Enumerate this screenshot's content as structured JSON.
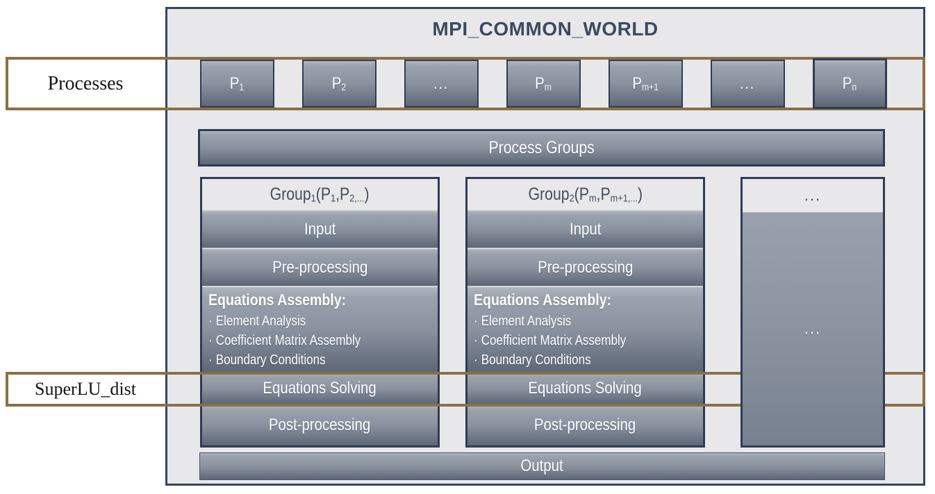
{
  "title": "MPI_COMMON_WORLD",
  "side_labels": {
    "processes": "Processes",
    "superlu": "SuperLU_dist"
  },
  "processes": [
    {
      "base": "P",
      "sub": "1"
    },
    {
      "base": "P",
      "sub": "2"
    },
    {
      "base": "...",
      "sub": ""
    },
    {
      "base": "P",
      "sub": "m"
    },
    {
      "base": "P",
      "sub": "m+1"
    },
    {
      "base": "...",
      "sub": ""
    },
    {
      "base": "P",
      "sub": "n"
    }
  ],
  "process_groups_label": "Process Groups",
  "groups": [
    {
      "header_parts": [
        {
          "t": "Group",
          "sub": false
        },
        {
          "t": "1",
          "sub": true
        },
        {
          "t": "(P",
          "sub": false
        },
        {
          "t": "1",
          "sub": true
        },
        {
          "t": ",P",
          "sub": false
        },
        {
          "t": "2,...",
          "sub": true
        },
        {
          "t": ")",
          "sub": false
        }
      ]
    },
    {
      "header_parts": [
        {
          "t": "Group",
          "sub": false
        },
        {
          "t": "2",
          "sub": true
        },
        {
          "t": "(P",
          "sub": false
        },
        {
          "t": "m",
          "sub": true
        },
        {
          "t": ",P",
          "sub": false
        },
        {
          "t": "m+1,...",
          "sub": true
        },
        {
          "t": ")",
          "sub": false
        }
      ]
    }
  ],
  "stages": {
    "input": "Input",
    "preprocessing": "Pre-processing",
    "assembly_title": "Equations Assembly:",
    "bullet": "·",
    "assembly_items": [
      "Element Analysis",
      "Coefficient Matrix Assembly",
      "Boundary Conditions"
    ],
    "solving": "Equations Solving",
    "postprocessing": "Post-processing"
  },
  "ellipsis_column": {
    "header": "...",
    "body": "..."
  },
  "output_label": "Output",
  "colors": {
    "accent_border": "#8b7045",
    "box_border": "#2f3d53",
    "outer_border": "#36445e",
    "panel_bg": "#e8e8ea",
    "box_gradient_top": "#b0b5bf",
    "box_gradient_bottom": "#5e6776",
    "title_text": "#3c4a5e"
  }
}
